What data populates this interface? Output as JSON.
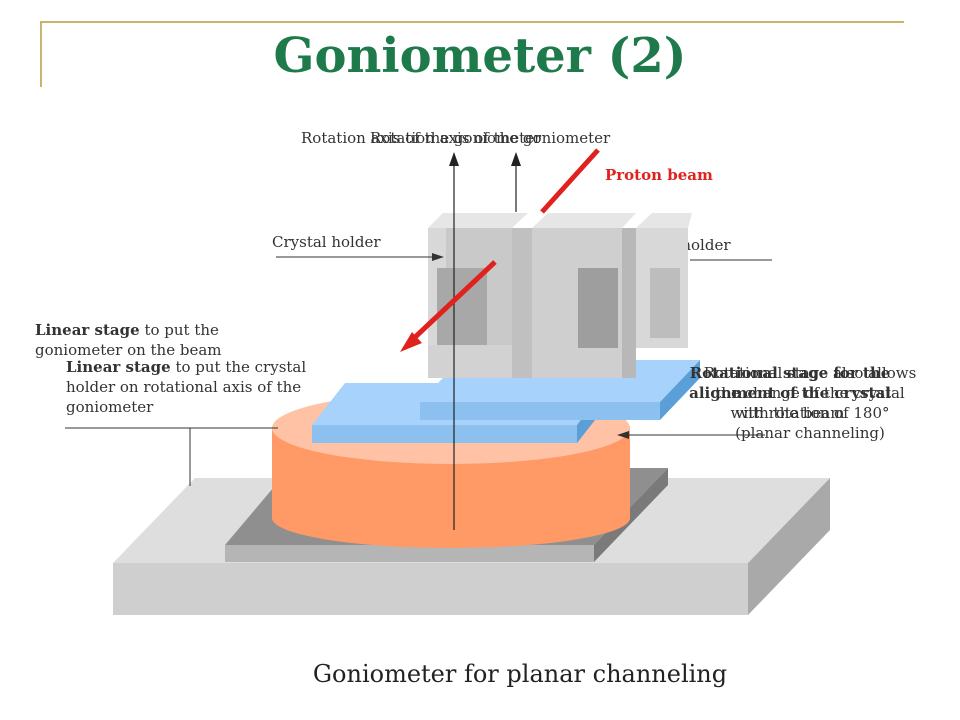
{
  "slide": {
    "title": "Goniometer (2)",
    "caption": "Goniometer for planar channeling"
  },
  "labels": {
    "rotation_axis_goniometer": "Rotation axis of the goniometer",
    "rotation_axis_goniometer_overlay": "Rotation axis of the goniometer",
    "proton_beam": "Proton beam",
    "crystal_holder": "Crystal holder",
    "crystal_holder_right": "Crystal holder",
    "linear_stage_beam_bold": "Linear stage",
    "linear_stage_beam_rest": " to put the",
    "linear_stage_beam_line2": "goniometer on the beam",
    "linear_stage_crystal_bold": "Linear stage",
    "linear_stage_crystal_rest": " to put the crystal",
    "linear_stage_crystal_line2": "holder on rotational axis of the",
    "linear_stage_crystal_line3": "goniometer",
    "rotational_stage_line1": "Rotational stage for the",
    "rotational_stage_line2": "alignment of the crystal",
    "rotational_stage_line3": "with the beam",
    "rotational_stage_overlay_line1": "Rotational stage also allows",
    "rotational_stage_overlay_line2": "the change of the crystal",
    "rotational_stage_overlay_line3": "with rotation of 180°",
    "rotational_stage_overlay_line4": "(planar channeling)"
  },
  "colors": {
    "title": "#1e7a4a",
    "frame": "#c8b46a",
    "proton_beam": "#e0221e",
    "cylinder": "#ff9966",
    "stage_blue": "#a6d2fb",
    "base_grey": "#cccccc"
  }
}
